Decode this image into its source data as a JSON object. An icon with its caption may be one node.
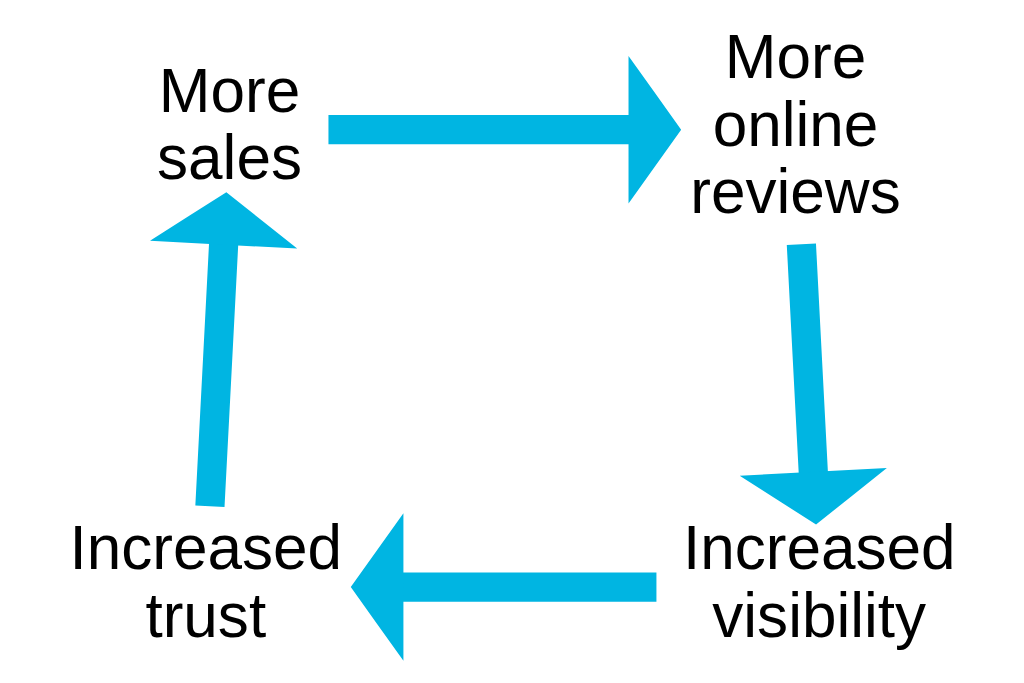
{
  "diagram": {
    "nodes": [
      {
        "text": [
          "More sales"
        ]
      },
      {
        "text": [
          "More online reviews"
        ]
      },
      {
        "text": [
          "Increased trust"
        ]
      },
      {
        "text": [
          "Increased visibility"
        ]
      }
    ],
    "edges": [
      {
        "from": 0,
        "to": 1,
        "arrow": "to"
      },
      {
        "from": 1,
        "to": 3,
        "arrow": "to"
      },
      {
        "from": 3,
        "to": 2,
        "arrow": "to"
      },
      {
        "from": 2,
        "to": 0,
        "arrow": "to"
      }
    ]
  }
}
